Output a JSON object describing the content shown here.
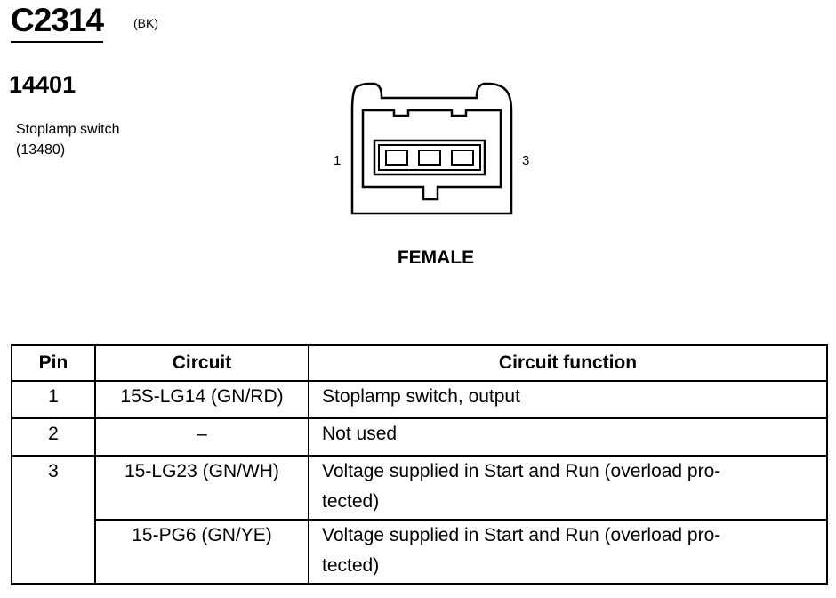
{
  "connector": {
    "id": "C2314",
    "color_code": "(BK)"
  },
  "component": {
    "part_number": "14401",
    "name": "Stoplamp switch",
    "code": "(13480)"
  },
  "diagram": {
    "pin_left_label": "1",
    "pin_right_label": "3",
    "gender": "FEMALE"
  },
  "table": {
    "headers": {
      "pin": "Pin",
      "circuit": "Circuit",
      "function": "Circuit function"
    },
    "rows": [
      {
        "pin": "1",
        "circuit": "15S-LG14 (GN/RD)",
        "function": "Stoplamp switch, output"
      },
      {
        "pin": "2",
        "circuit": "–",
        "function": "Not used"
      },
      {
        "pin": "3",
        "circuit": "15-LG23 (GN/WH)",
        "function": "Voltage supplied in Start and Run (overload pro-\ntected)"
      },
      {
        "pin": "",
        "circuit": "15-PG6 (GN/YE)",
        "function": "Voltage supplied in Start and Run (overload pro-\ntected)"
      }
    ]
  }
}
